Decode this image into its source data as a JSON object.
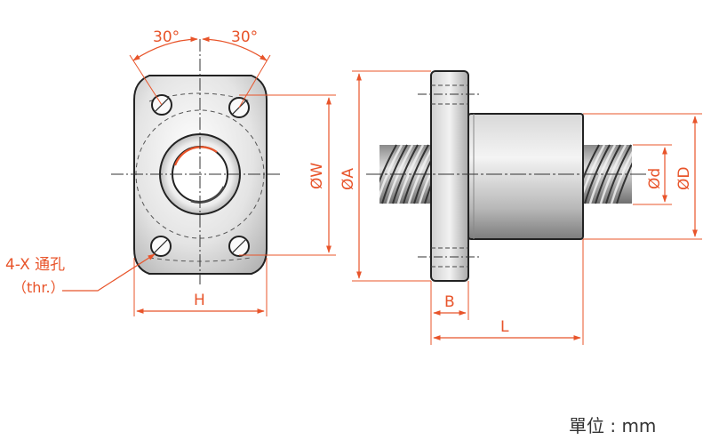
{
  "colors": {
    "accent": "#e8542a",
    "ink": "#222222",
    "body_fill_light": "#e6e6e6",
    "body_fill_dark": "#9a9a9a"
  },
  "front_view": {
    "angle_left": "30°",
    "angle_right": "30°",
    "dia_W": "ØW",
    "width_H": "H",
    "hole_label_line1": "4-X 通孔",
    "hole_label_line2": "（thr.）"
  },
  "side_view": {
    "dia_A": "ØA",
    "dia_D": "ØD",
    "dia_d": "Ød",
    "flange_B": "B",
    "length_L": "L"
  },
  "unit_label": "單位 : mm"
}
